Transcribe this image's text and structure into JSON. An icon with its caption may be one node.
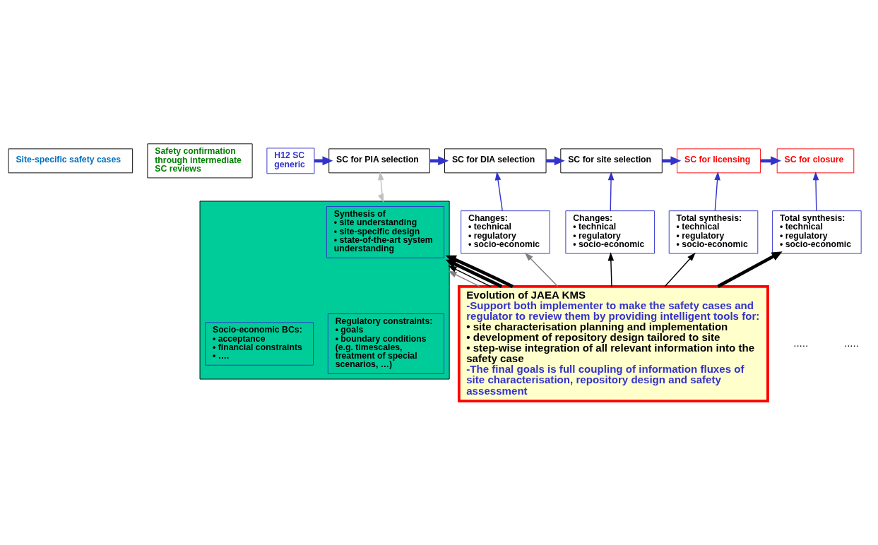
{
  "diagram": {
    "nodes": [
      {
        "text": [
          "Site-specific safety cases"
        ]
      },
      {
        "text": [
          "Safety confirmation through intermediate SC reviews"
        ]
      },
      {
        "text": [
          "H12 SC",
          "generic"
        ]
      },
      {
        "text": [
          "SC for PIA selection"
        ]
      },
      {
        "text": [
          "SC for DIA selection"
        ]
      },
      {
        "text": [
          "SC for site selection"
        ]
      },
      {
        "text": [
          "SC for licensing"
        ]
      },
      {
        "text": [
          "SC for closure"
        ]
      },
      {
        "text": [
          "Changes:",
          "• technical",
          "• regulatory",
          "• socio-economic"
        ]
      },
      {
        "text": [
          "Changes:",
          "• technical",
          "• regulatory",
          "• socio-economic"
        ]
      },
      {
        "text": [
          "Total synthesis:",
          "• technical",
          "• regulatory",
          "• socio-economic"
        ]
      },
      {
        "text": [
          "Total synthesis:",
          "• technical",
          "• regulatory",
          "• socio-economic"
        ]
      },
      {
        "text": [],
        "shape": "box"
      },
      {
        "text": [
          "Synthesis of",
          "• site understanding",
          "• site-specific design",
          "• state-of-the-art system understanding"
        ],
        "in": 12
      },
      {
        "text": [
          "Regulatory constraints:",
          "• goals",
          "• boundary conditions (e.g. timescales, treatment of special scenarios, …)"
        ],
        "in": 12
      },
      {
        "text": [
          "Socio-economic BCs:",
          "• acceptance",
          "• financial constraints",
          "• …."
        ],
        "in": 12
      },
      {
        "text": [
          "Evolution of JAEA KMS",
          "-Support both implementer to make the safety cases and regulator to review them by providing intelligent tools for:",
          "• site characterisation planning and implementation",
          "• development of repository design tailored to site",
          "• step-wise integration of all relevant information into the safety case",
          "-The final goals is full coupling of information fluxes of site characterisation, repository design and safety assessment"
        ]
      }
    ],
    "edges": [
      {
        "from": 2,
        "to": 3,
        "arrow": "to",
        "style": "thick"
      },
      {
        "from": 3,
        "to": 4,
        "arrow": "to",
        "style": "thick"
      },
      {
        "from": 4,
        "to": 5,
        "arrow": "to",
        "style": "thick"
      },
      {
        "from": 5,
        "to": 6,
        "arrow": "to",
        "style": "thick"
      },
      {
        "from": 6,
        "to": 7,
        "arrow": "to",
        "style": "thick"
      },
      {
        "from": 3,
        "to": 12,
        "arrow": "both",
        "color": "#c0c0c0"
      },
      {
        "from": 8,
        "to": 4,
        "arrow": "to"
      },
      {
        "from": 9,
        "to": 5,
        "arrow": "to"
      },
      {
        "from": 10,
        "to": 6,
        "arrow": "to"
      },
      {
        "from": 11,
        "to": 7,
        "arrow": "to"
      },
      {
        "from": 16,
        "to": 8,
        "arrow": "to",
        "color": "#808080"
      },
      {
        "from": 16,
        "to": 9,
        "arrow": "to",
        "color": "#000000"
      },
      {
        "from": 16,
        "to": 10,
        "arrow": "to",
        "color": "#000000"
      },
      {
        "from": 16,
        "to": 11,
        "arrow": "to",
        "color": "#000000",
        "style": "thick"
      },
      {
        "from": 16,
        "to": 12,
        "arrow": "to",
        "color": "#808080"
      },
      {
        "from": 16,
        "to": 12,
        "arrow": "to",
        "color": "#000000"
      },
      {
        "from": 16,
        "to": 12,
        "arrow": "to",
        "color": "#000000",
        "style": "thick"
      },
      {
        "from": 16,
        "to": 12,
        "arrow": "to",
        "color": "#000000",
        "style": "thick"
      }
    ],
    "labels": [
      ".....",
      "....."
    ]
  }
}
